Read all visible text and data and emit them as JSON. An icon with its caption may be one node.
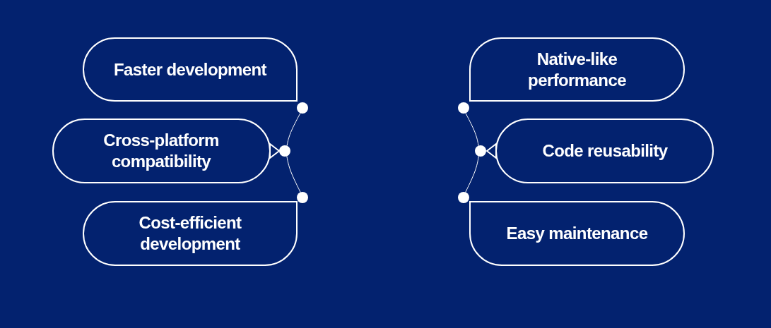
{
  "diagram": {
    "nodes": [
      {
        "text": [
          "Faster development"
        ]
      },
      {
        "text": [
          "Cross-platform compatibility"
        ]
      },
      {
        "text": [
          "Cost-efficient development"
        ]
      },
      {
        "text": [
          "Native-like performance"
        ]
      },
      {
        "text": [
          "Code reusability"
        ]
      },
      {
        "text": [
          "Easy maintenance"
        ]
      },
      {
        "text": [],
        "shape": "circle"
      },
      {
        "text": [],
        "shape": "circle"
      },
      {
        "text": [],
        "shape": "circle"
      },
      {
        "text": [],
        "shape": "circle"
      },
      {
        "text": [],
        "shape": "circle"
      },
      {
        "text": [],
        "shape": "circle"
      }
    ],
    "edges": [
      {
        "from": 6,
        "to": 7,
        "arrow": "none"
      },
      {
        "from": 7,
        "to": 8,
        "arrow": "none"
      },
      {
        "from": 9,
        "to": 10,
        "arrow": "none"
      },
      {
        "from": 10,
        "to": 11,
        "arrow": "none"
      }
    ]
  }
}
